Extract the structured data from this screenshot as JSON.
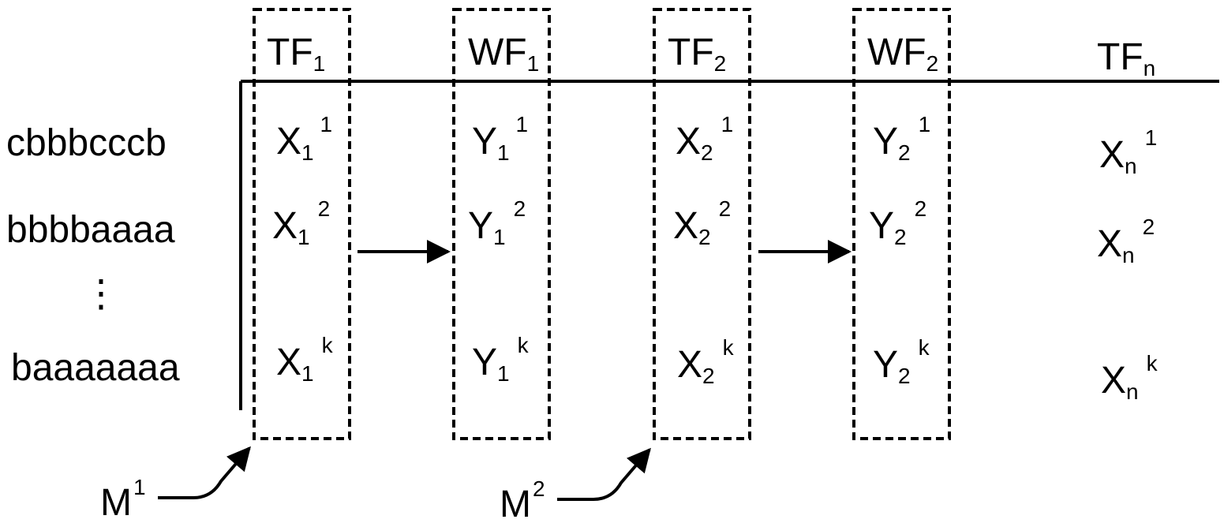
{
  "columns": [
    {
      "base": "TF",
      "sub": "1"
    },
    {
      "base": "WF",
      "sub": "1"
    },
    {
      "base": "TF",
      "sub": "2"
    },
    {
      "base": "WF",
      "sub": "2"
    },
    {
      "base": "TF",
      "sub": "n"
    }
  ],
  "rows": [
    {
      "label": "cbbbcccb",
      "sup": "1"
    },
    {
      "label": "bbbbaaaa",
      "sup": "2"
    },
    {
      "label": "⋮",
      "sup": ""
    },
    {
      "label": "baaaaaaa",
      "sup": "k"
    }
  ],
  "cells": [
    {
      "base": "X",
      "sub": "1"
    },
    {
      "base": "Y",
      "sub": "1"
    },
    {
      "base": "X",
      "sub": "2"
    },
    {
      "base": "Y",
      "sub": "2"
    },
    {
      "base": "X",
      "sub": "n"
    }
  ],
  "markers": [
    {
      "base": "M",
      "sup": "1"
    },
    {
      "base": "M",
      "sup": "2"
    }
  ]
}
